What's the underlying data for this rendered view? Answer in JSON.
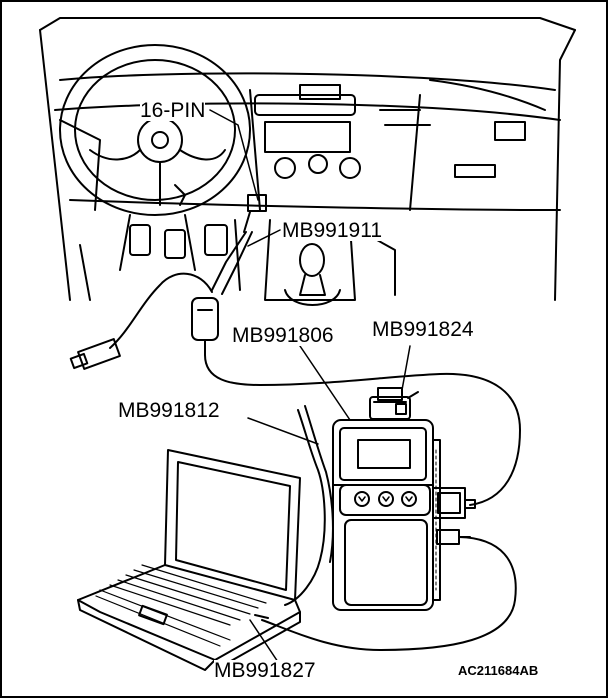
{
  "labels": {
    "pin_connector": "16-PIN",
    "cable_main": "MB991911",
    "interface": "MB991806",
    "adapter": "MB991824",
    "usb_cable": "MB991812",
    "power_cable": "MB991827",
    "figure_code": "AC211684AB"
  },
  "colors": {
    "line": "#000000",
    "background": "#ffffff"
  }
}
